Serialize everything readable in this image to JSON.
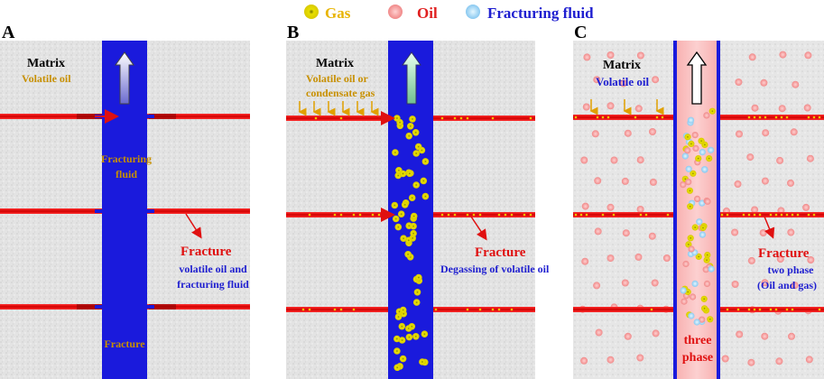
{
  "legend": {
    "items": [
      {
        "label": "Gas",
        "color": "#e8b400"
      },
      {
        "label": "Oil",
        "color": "#e02020"
      },
      {
        "label": "Fracturing fluid",
        "color": "#1f1fd0"
      }
    ]
  },
  "panels": [
    {
      "letter": "A",
      "matrix_title": "Matrix",
      "matrix_sub": [
        "Volatile oil"
      ],
      "fracture_title": "Fracture",
      "fracture_sub": [
        "volatile oil and",
        "fracturing fluid"
      ],
      "inner_labels": [
        "Fracturing",
        "fluid",
        "Fracture"
      ]
    },
    {
      "letter": "B",
      "matrix_title": "Matrix",
      "matrix_sub": [
        "Volatile oil or",
        "condensate gas"
      ],
      "fracture_title": "Fracture",
      "fracture_sub": [
        "Degassing of volatile oil"
      ],
      "inner_labels": []
    },
    {
      "letter": "C",
      "matrix_title": "Matrix",
      "matrix_sub": [
        "Volatile oil"
      ],
      "fracture_title": "Fracture",
      "fracture_sub": [
        "two phase",
        "(Oil and gas)"
      ],
      "inner_labels": [
        "three",
        "phase"
      ]
    }
  ],
  "colors": {
    "gas": "#e6d400",
    "oil": "#f4a0a0",
    "fluid": "#a8d8f8",
    "fracture_blue": "#1a1adc",
    "fracture_red": "#e01010",
    "arrow_orange": "#e0a000",
    "matrix_bg": "#e4e4e4"
  }
}
